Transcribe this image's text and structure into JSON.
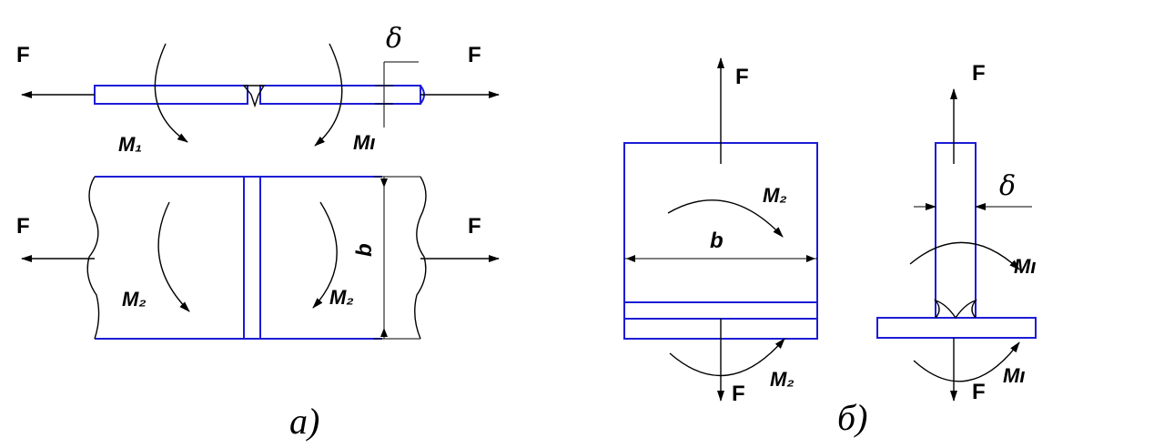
{
  "force_label": "F",
  "moment_1": "M₁",
  "moment_1_alt": "Mı",
  "moment_2": "M₂",
  "thickness": "δ",
  "width": "b",
  "caption_a": "a)",
  "caption_b": "б)",
  "colors": {
    "outline": "#1c1cd6",
    "lines": "#000000"
  }
}
